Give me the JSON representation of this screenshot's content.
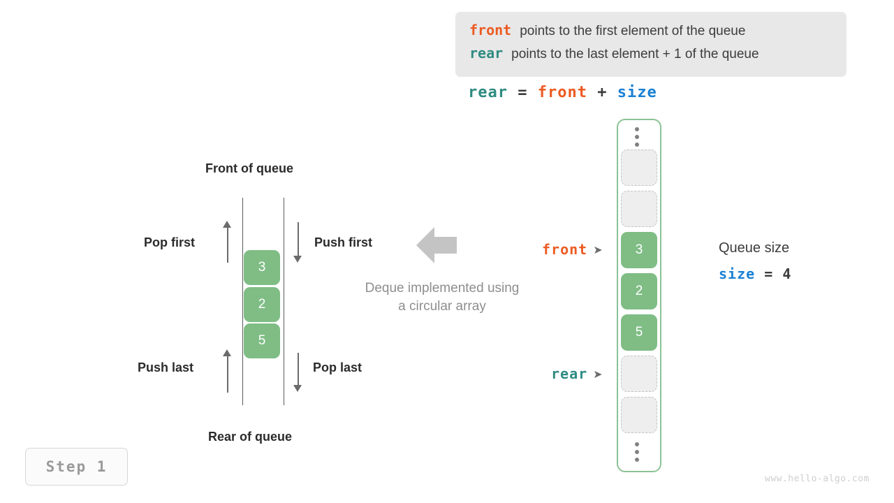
{
  "legend": {
    "lines": [
      {
        "token": "front",
        "token_color": "#ec5b23",
        "text": "points to the first element of the queue"
      },
      {
        "token": "rear",
        "token_color": "#2e8b81",
        "text": "points to the last element + 1 of the queue"
      }
    ],
    "background": "#e8e8e8"
  },
  "formula": {
    "lhs": "rear",
    "eq": "=",
    "rhs1": "front",
    "plus": "+",
    "rhs2": "size"
  },
  "deque": {
    "front_label": "Front of queue",
    "rear_label": "Rear of queue",
    "operations": {
      "pop_first": "Pop first",
      "push_first": "Push first",
      "push_last": "Push last",
      "pop_last": "Pop last"
    },
    "cells": [
      "3",
      "2",
      "5"
    ],
    "cell_color": "#7fbd85",
    "caption_line1": "Deque implemented using",
    "caption_line2": "a circular array"
  },
  "array": {
    "border_color": "#8cc295",
    "top_ellipsis": "vertical-dots",
    "bottom_ellipsis": "vertical-dots",
    "slots": [
      {
        "type": "empty",
        "value": ""
      },
      {
        "type": "empty",
        "value": ""
      },
      {
        "type": "filled",
        "value": "3"
      },
      {
        "type": "filled",
        "value": "2"
      },
      {
        "type": "filled",
        "value": "5"
      },
      {
        "type": "empty",
        "value": ""
      },
      {
        "type": "empty",
        "value": ""
      }
    ],
    "pointers": {
      "front": {
        "label": "front",
        "color": "#ec5b23",
        "slot_index": 2
      },
      "rear": {
        "label": "rear",
        "color": "#2e8b81",
        "slot_index": 5
      }
    }
  },
  "queue_size": {
    "title": "Queue size",
    "var": "size",
    "eq": "=",
    "value": "4"
  },
  "step_badge": {
    "label": "Step 1"
  },
  "footer": {
    "url": "www.hello-algo.com"
  }
}
